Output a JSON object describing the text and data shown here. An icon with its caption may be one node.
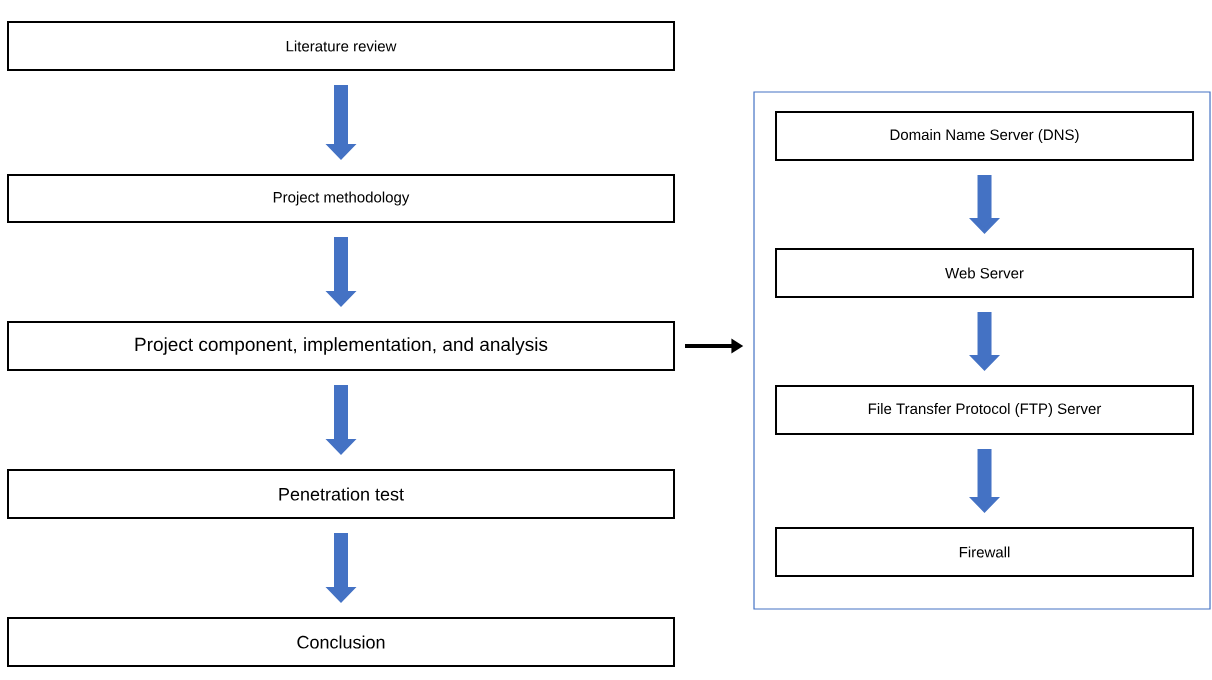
{
  "diagram": {
    "nodes": [
      {
        "text": [
          "Literature review"
        ]
      },
      {
        "text": [
          "Project methodology"
        ]
      },
      {
        "text": [
          "Project component, implementation, and analysis"
        ]
      },
      {
        "text": [
          "Penetration test"
        ]
      },
      {
        "text": [
          "Conclusion"
        ]
      },
      {
        "text": [],
        "shape": "box"
      },
      {
        "text": [
          "Domain Name Server (DNS)"
        ],
        "in": 5
      },
      {
        "text": [
          "Web Server"
        ],
        "in": 5
      },
      {
        "text": [
          "File Transfer Protocol (FTP) Server"
        ],
        "in": 5
      },
      {
        "text": [
          "Firewall"
        ],
        "in": 5
      }
    ],
    "edges": [
      {
        "from": 0,
        "to": 1,
        "arrow": "to"
      },
      {
        "from": 1,
        "to": 2,
        "arrow": "to"
      },
      {
        "from": 2,
        "to": 3,
        "arrow": "to"
      },
      {
        "from": 3,
        "to": 4,
        "arrow": "to"
      },
      {
        "from": 2,
        "to": 5,
        "arrow": "to",
        "color": "#000000"
      },
      {
        "from": 6,
        "to": 7,
        "arrow": "to"
      },
      {
        "from": 7,
        "to": 8,
        "arrow": "to"
      },
      {
        "from": 8,
        "to": 9,
        "arrow": "to"
      }
    ]
  }
}
